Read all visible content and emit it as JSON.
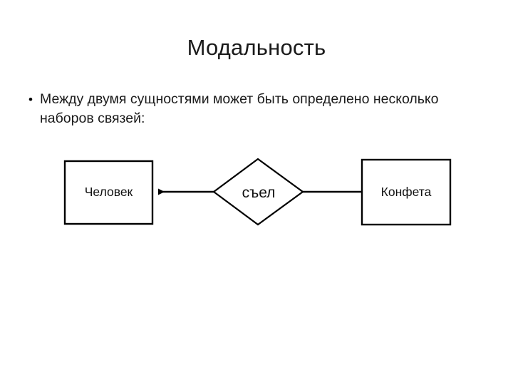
{
  "slide": {
    "title": "Модальность",
    "background_color": "#ffffff",
    "text_color": "#1a1a1a"
  },
  "bullets": [
    {
      "marker": "•",
      "text": "Между двумя сущностями может быть определено несколько наборов связей:"
    }
  ],
  "diagram": {
    "type": "er-diagram",
    "line_color": "#000000",
    "fill_color": "#ffffff",
    "entities": [
      {
        "id": "person",
        "label": "Человек",
        "shape": "rectangle"
      },
      {
        "id": "candy",
        "label": "Конфета",
        "shape": "rectangle"
      }
    ],
    "relationships": [
      {
        "id": "ate",
        "label": "съел",
        "shape": "diamond"
      }
    ],
    "connections": [
      {
        "from": "ate",
        "to": "person",
        "arrow": "to-target"
      },
      {
        "from": "ate",
        "to": "candy",
        "arrow": "none"
      }
    ]
  }
}
